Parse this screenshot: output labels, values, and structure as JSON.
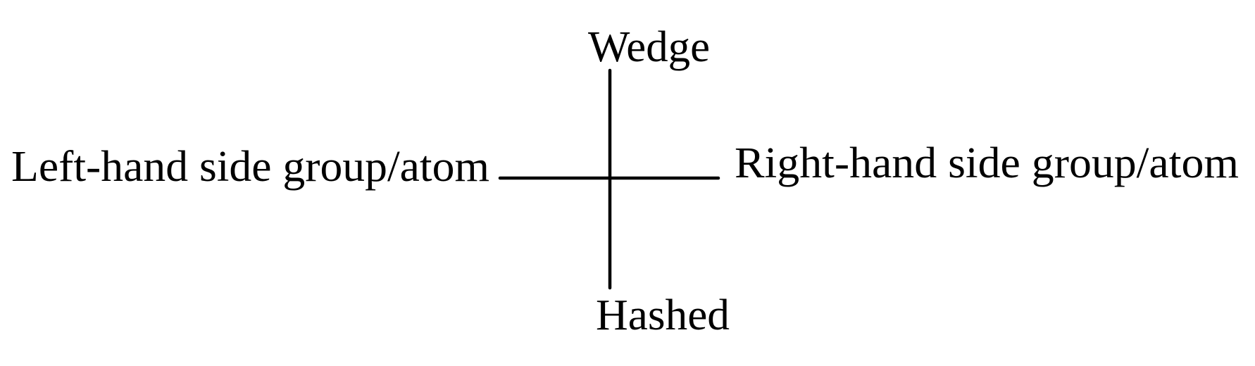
{
  "labels": {
    "top": "Wedge",
    "bottom": "Hashed",
    "left": "Left-hand side group/atom",
    "right": "Right-hand side group/atom"
  }
}
